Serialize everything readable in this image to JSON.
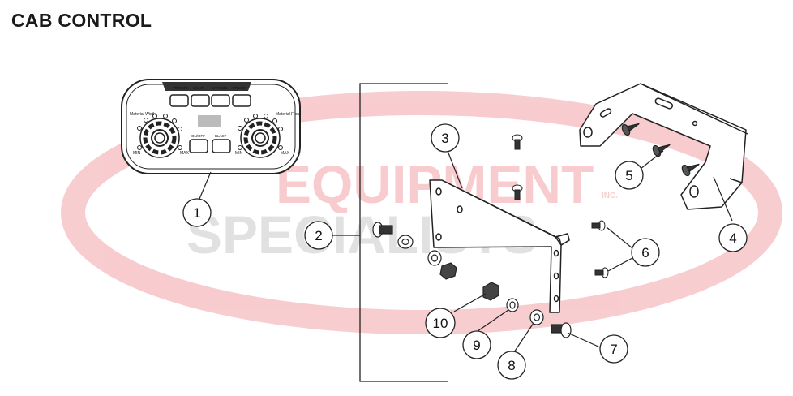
{
  "title": "CAB CONTROL",
  "watermark": {
    "line1": "EQUIPMENT",
    "line2": "SPECIALISTS",
    "mark": "INC.",
    "red": "#e01c24",
    "gray": "#8c8c8c"
  },
  "controller": {
    "top_buttons": [
      "VIBRATE",
      "LIGHT",
      "STROBE",
      "PRESET"
    ],
    "left_knob_label": "Material Width",
    "right_knob_label": "Material Flow",
    "left_min": "MIN",
    "left_max": "MAX",
    "right_min": "MIN",
    "right_max": "MAX",
    "onoff_label": "ON/OFF",
    "blast_label": "BLAST"
  },
  "callouts": [
    "1",
    "2",
    "3",
    "4",
    "5",
    "6",
    "7",
    "8",
    "9",
    "10"
  ]
}
